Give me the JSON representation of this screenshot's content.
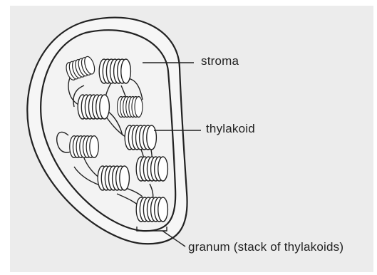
{
  "labels": {
    "stroma": "stroma",
    "thylakoid": "thylakoid",
    "granum": "granum (stack of thylakoids)"
  },
  "colors": {
    "ink": "#222222",
    "paper": "#ececec",
    "background": "#ffffff"
  }
}
